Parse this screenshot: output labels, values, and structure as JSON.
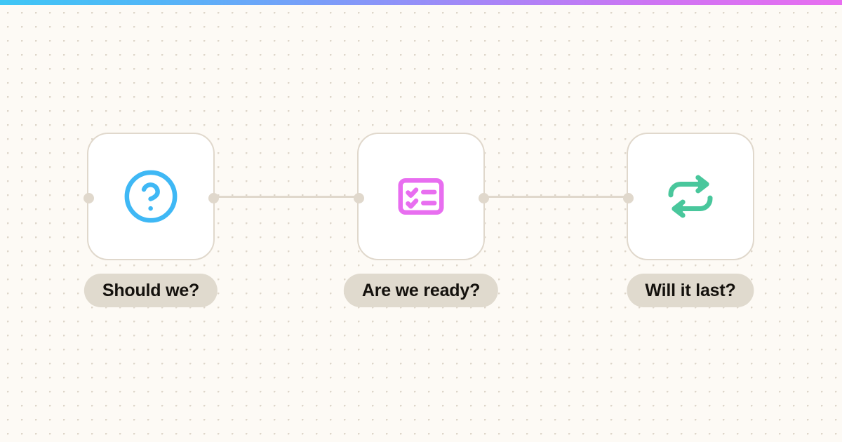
{
  "theme": {
    "background": "#fdfaf5",
    "dot_color": "#ded6ca",
    "card_background": "#ffffff",
    "card_border": "#e0d8cc",
    "connector_color": "#e0d8cc",
    "pill_background": "#e0dace",
    "pill_text": "#14110d",
    "accent_gradient_start": "#3fc6f5",
    "accent_gradient_end": "#e86ef0"
  },
  "accent_bar": {
    "name": "top-gradient-bar"
  },
  "flow": {
    "nodes": [
      {
        "id": "node-should-we",
        "label": "Should we?",
        "icon": "question-circle-icon",
        "icon_color": "#3fb8f5"
      },
      {
        "id": "node-are-we-ready",
        "label": "Are we ready?",
        "icon": "checklist-icon",
        "icon_color": "#e86ef0"
      },
      {
        "id": "node-will-it-last",
        "label": "Will it last?",
        "icon": "repeat-loop-icon",
        "icon_color": "#49c79c"
      }
    ],
    "connectors": [
      {
        "id": "connector-1",
        "from": "node-should-we",
        "to": "node-are-we-ready"
      },
      {
        "id": "connector-2",
        "from": "node-are-we-ready",
        "to": "node-will-it-last"
      }
    ]
  }
}
